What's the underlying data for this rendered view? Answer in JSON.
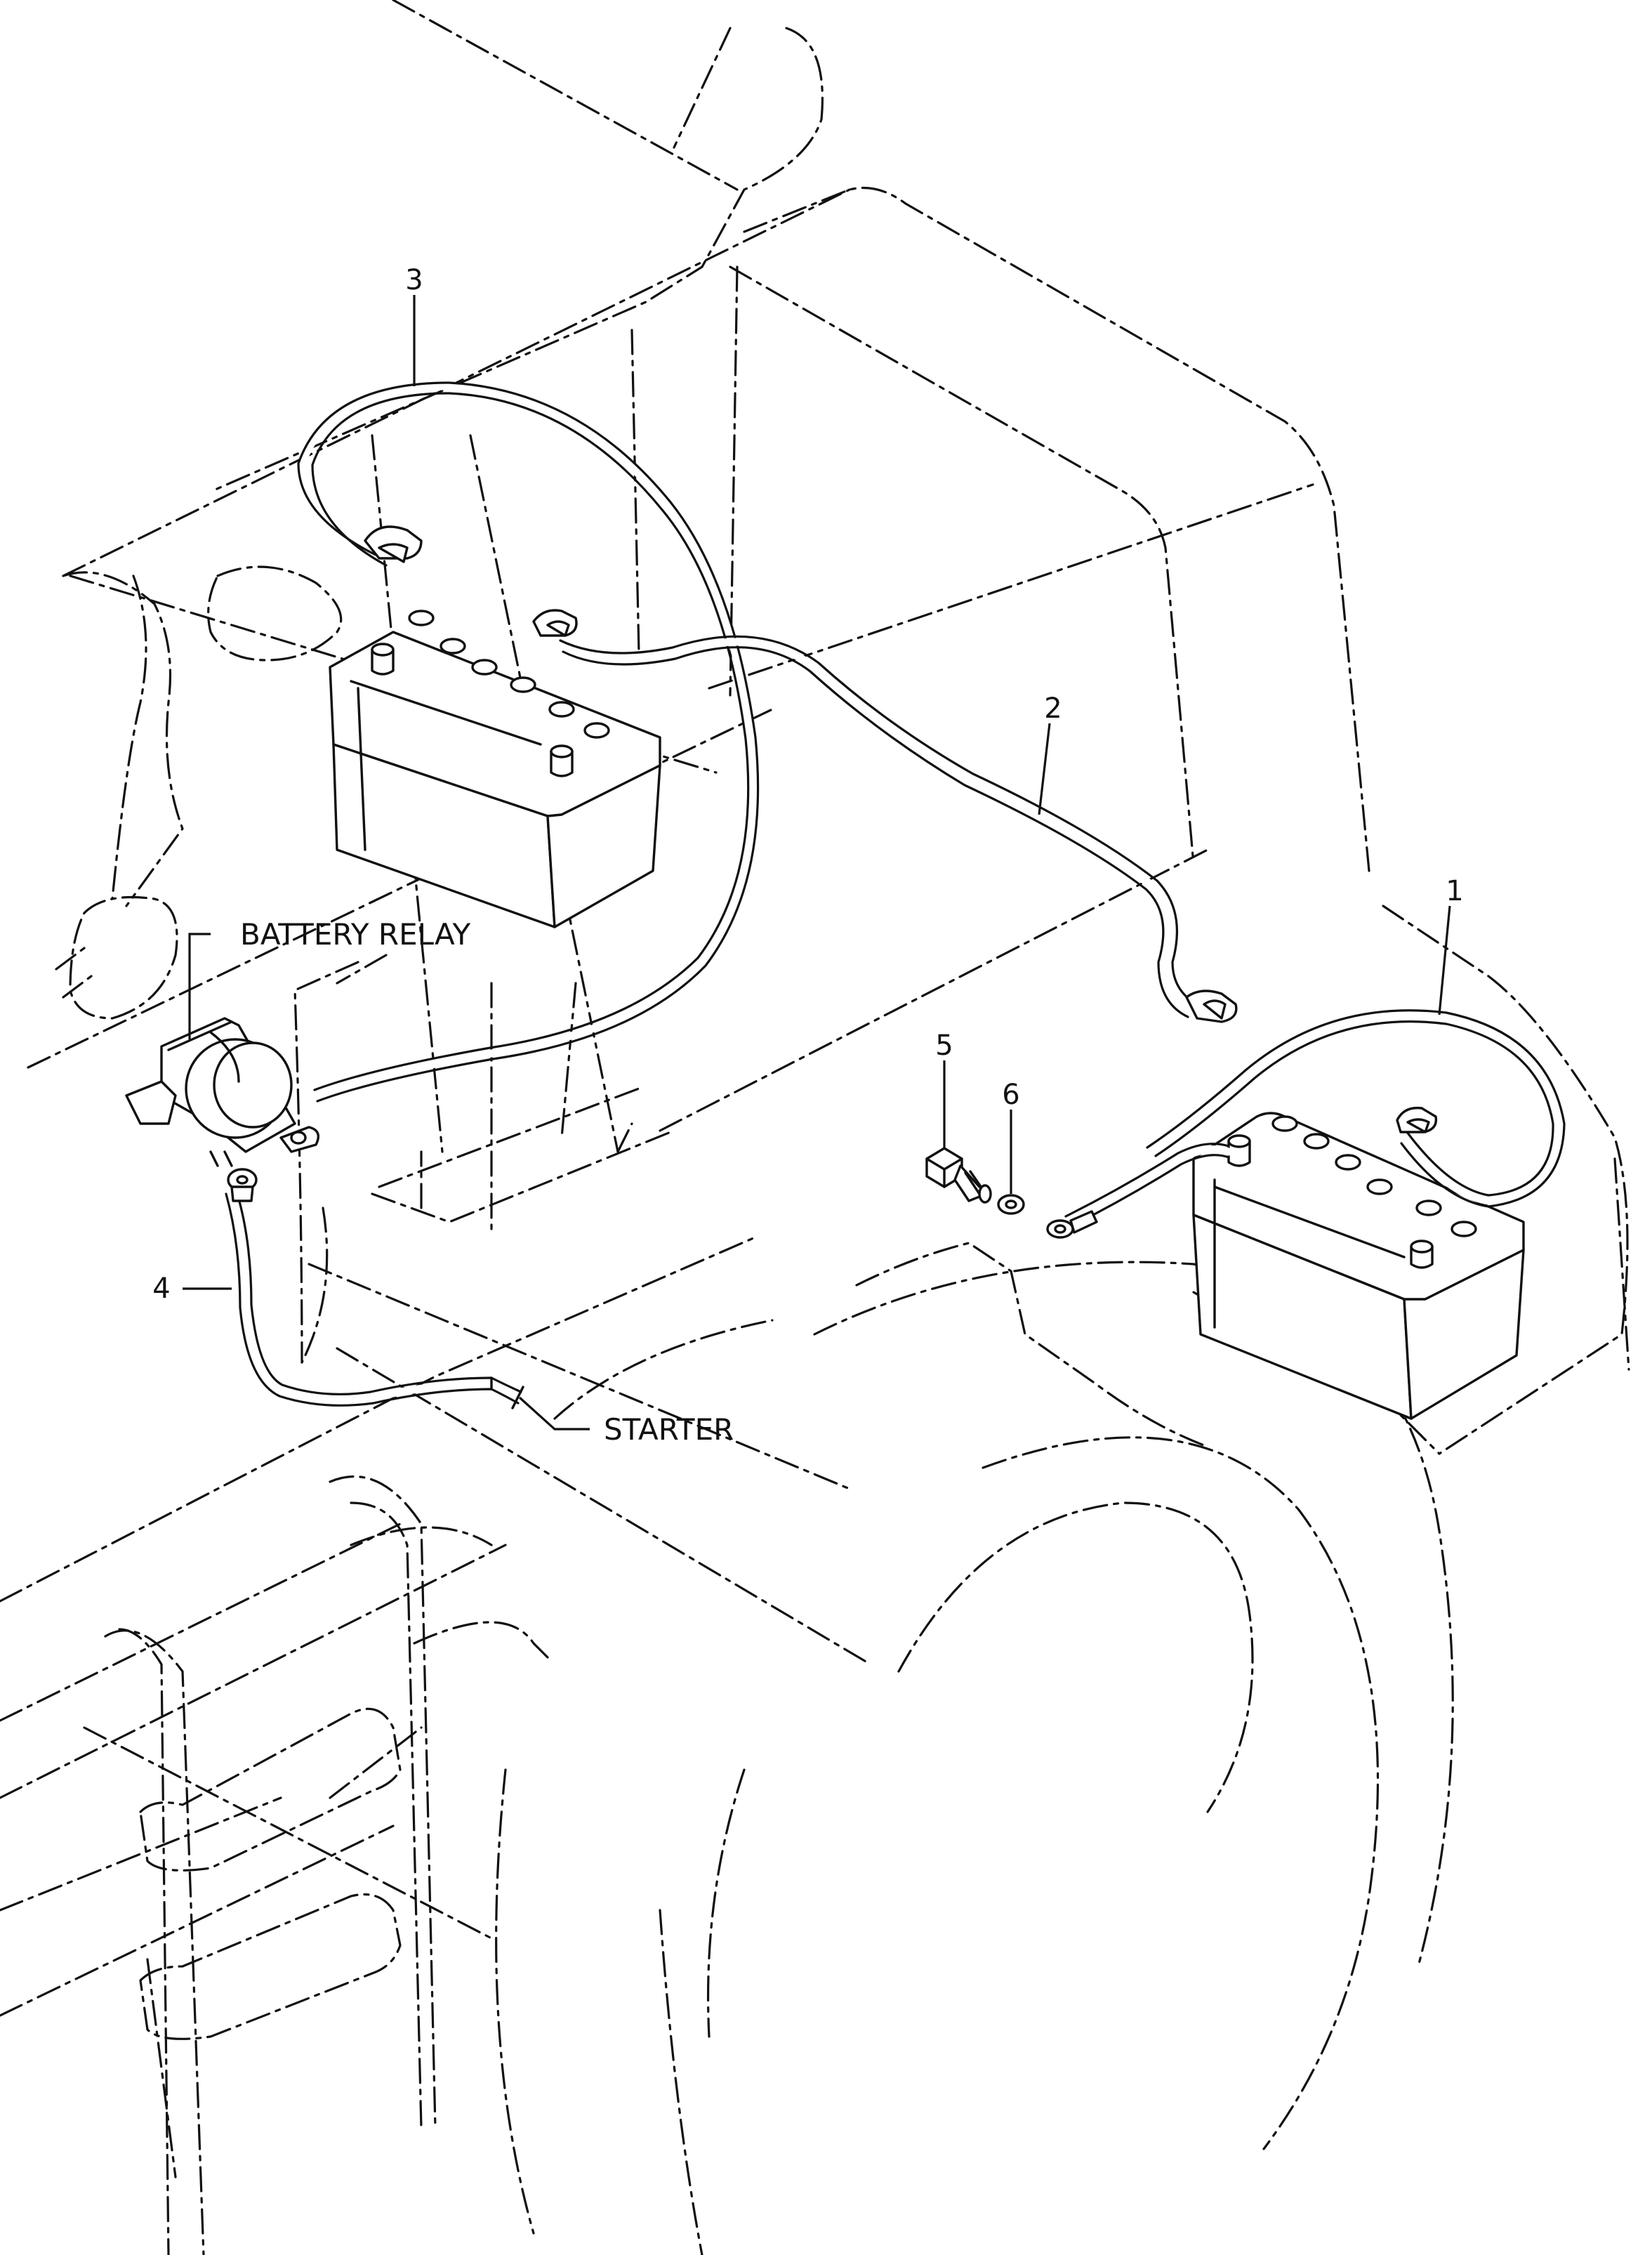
{
  "callouts": {
    "c1": "1",
    "c2": "2",
    "c3": "3",
    "c4": "4",
    "c5": "5",
    "c6": "6"
  },
  "labels": {
    "battery_relay": "BATTERY RELAY",
    "starter": "STARTER"
  }
}
